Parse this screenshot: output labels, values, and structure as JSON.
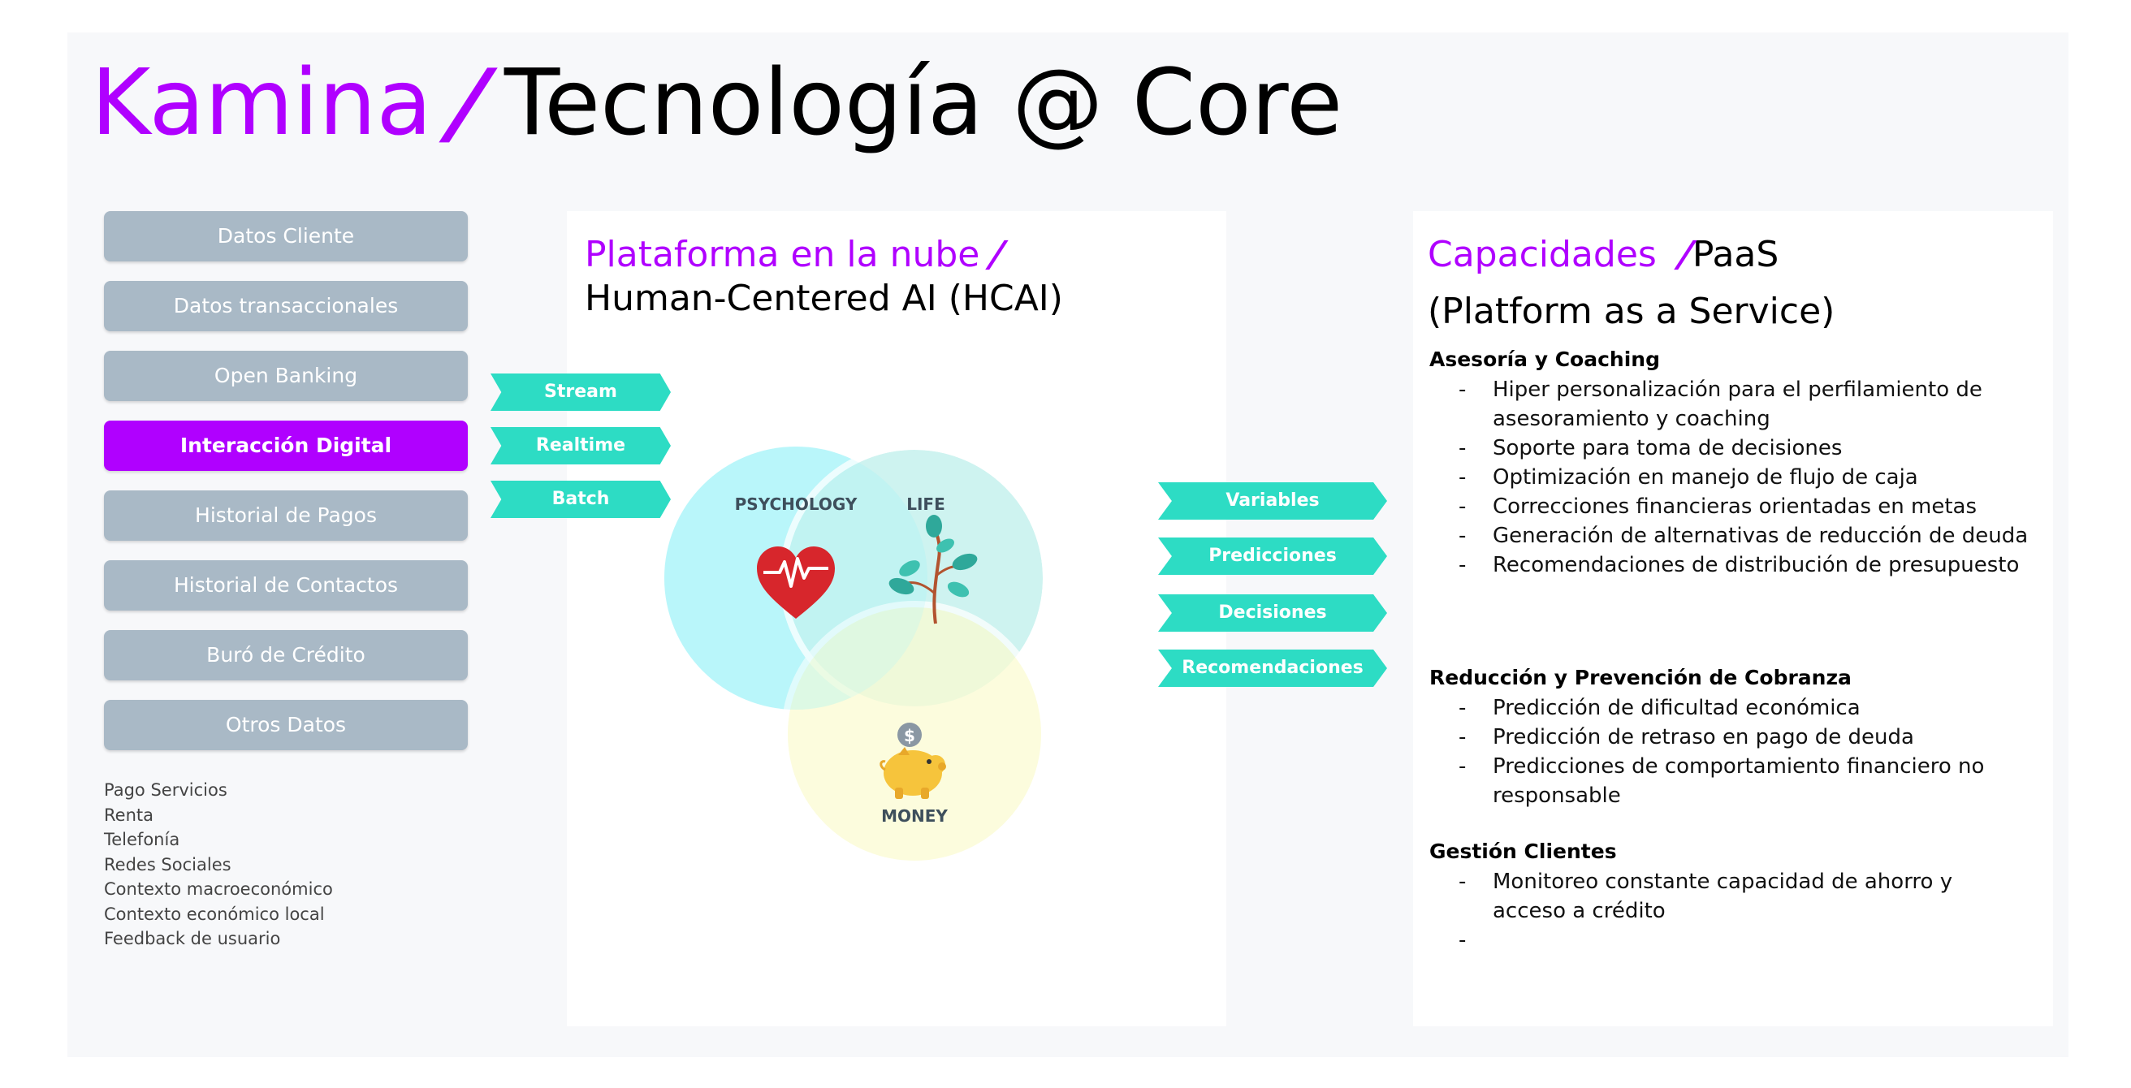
{
  "title": {
    "brand": "Kamina",
    "slash": "/",
    "rest": "Tecnología @ Core"
  },
  "sources": {
    "pills": [
      {
        "label": "Datos Cliente",
        "active": false
      },
      {
        "label": "Datos transaccionales",
        "active": false
      },
      {
        "label": "Open Banking",
        "active": false
      },
      {
        "label": "Interacción Digital",
        "active": true
      },
      {
        "label": "Historial de Pagos",
        "active": false
      },
      {
        "label": "Historial de Contactos",
        "active": false
      },
      {
        "label": "Buró de Crédito",
        "active": false
      },
      {
        "label": "Otros Datos",
        "active": false
      }
    ],
    "extras": [
      "Pago Servicios",
      "Renta",
      "Telefonía",
      "Redes Sociales",
      "Contexto macroeconómico",
      "Contexto económico local",
      "Feedback de usuario"
    ]
  },
  "center": {
    "title_accent": "Plataforma en la nube",
    "slash": "/",
    "title_black": "Human-Centered AI (HCAI)",
    "inputs": [
      "Stream",
      "Realtime",
      "Batch"
    ],
    "outputs": [
      "Variables",
      "Predicciones",
      "Decisiones",
      "Recomendaciones"
    ],
    "venn": {
      "psychology": "PSYCHOLOGY",
      "life": "LIFE",
      "money": "MONEY",
      "coin": "$"
    }
  },
  "right": {
    "title_accent": "Capacidades",
    "slash": "/",
    "title_black_1": "PaaS",
    "title_black_2": "(Platform as a Service)",
    "sections": [
      {
        "heading": "Asesoría y Coaching",
        "items": [
          "Hiper personalización para el perfilamiento de asesoramiento y coaching",
          "Soporte para toma de decisiones",
          "Optimización en manejo de flujo de caja",
          "Correcciones financieras orientadas en metas",
          "Generación de alternativas de reducción de deuda",
          "Recomendaciones de distribución de presupuesto"
        ]
      },
      {
        "heading": "Reducción y Prevención de Cobranza",
        "items": [
          "Predicción de dificultad económica",
          "Predicción de retraso en pago de deuda",
          "Predicciones de comportamiento financiero no responsable"
        ]
      },
      {
        "heading": "Gestión Clientes",
        "items": [
          "Monitoreo  constante capacidad de ahorro y acceso a crédito",
          ""
        ]
      }
    ],
    "dash": "-"
  },
  "colors": {
    "accent": "#b000ff",
    "pill": "#a9b9c6",
    "teal": "#2ddcc4"
  }
}
